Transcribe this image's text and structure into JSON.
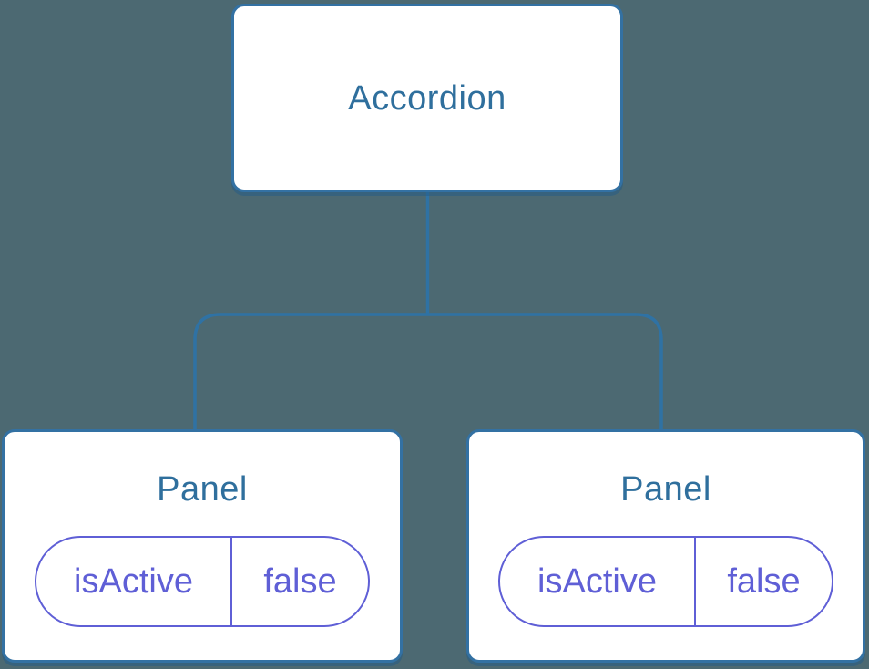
{
  "diagram": {
    "type": "component-tree",
    "root": {
      "label": "Accordion"
    },
    "children": [
      {
        "label": "Panel",
        "prop": {
          "key": "isActive",
          "value": "false"
        }
      },
      {
        "label": "Panel",
        "prop": {
          "key": "isActive",
          "value": "false"
        }
      }
    ]
  },
  "colors": {
    "background": "#4C6972",
    "node_fill": "#FFFFFF",
    "node_border": "#3371A3",
    "node_text": "#2F6F9D",
    "connector": "#2F72A4",
    "prop_accent": "#5F5FD6"
  }
}
